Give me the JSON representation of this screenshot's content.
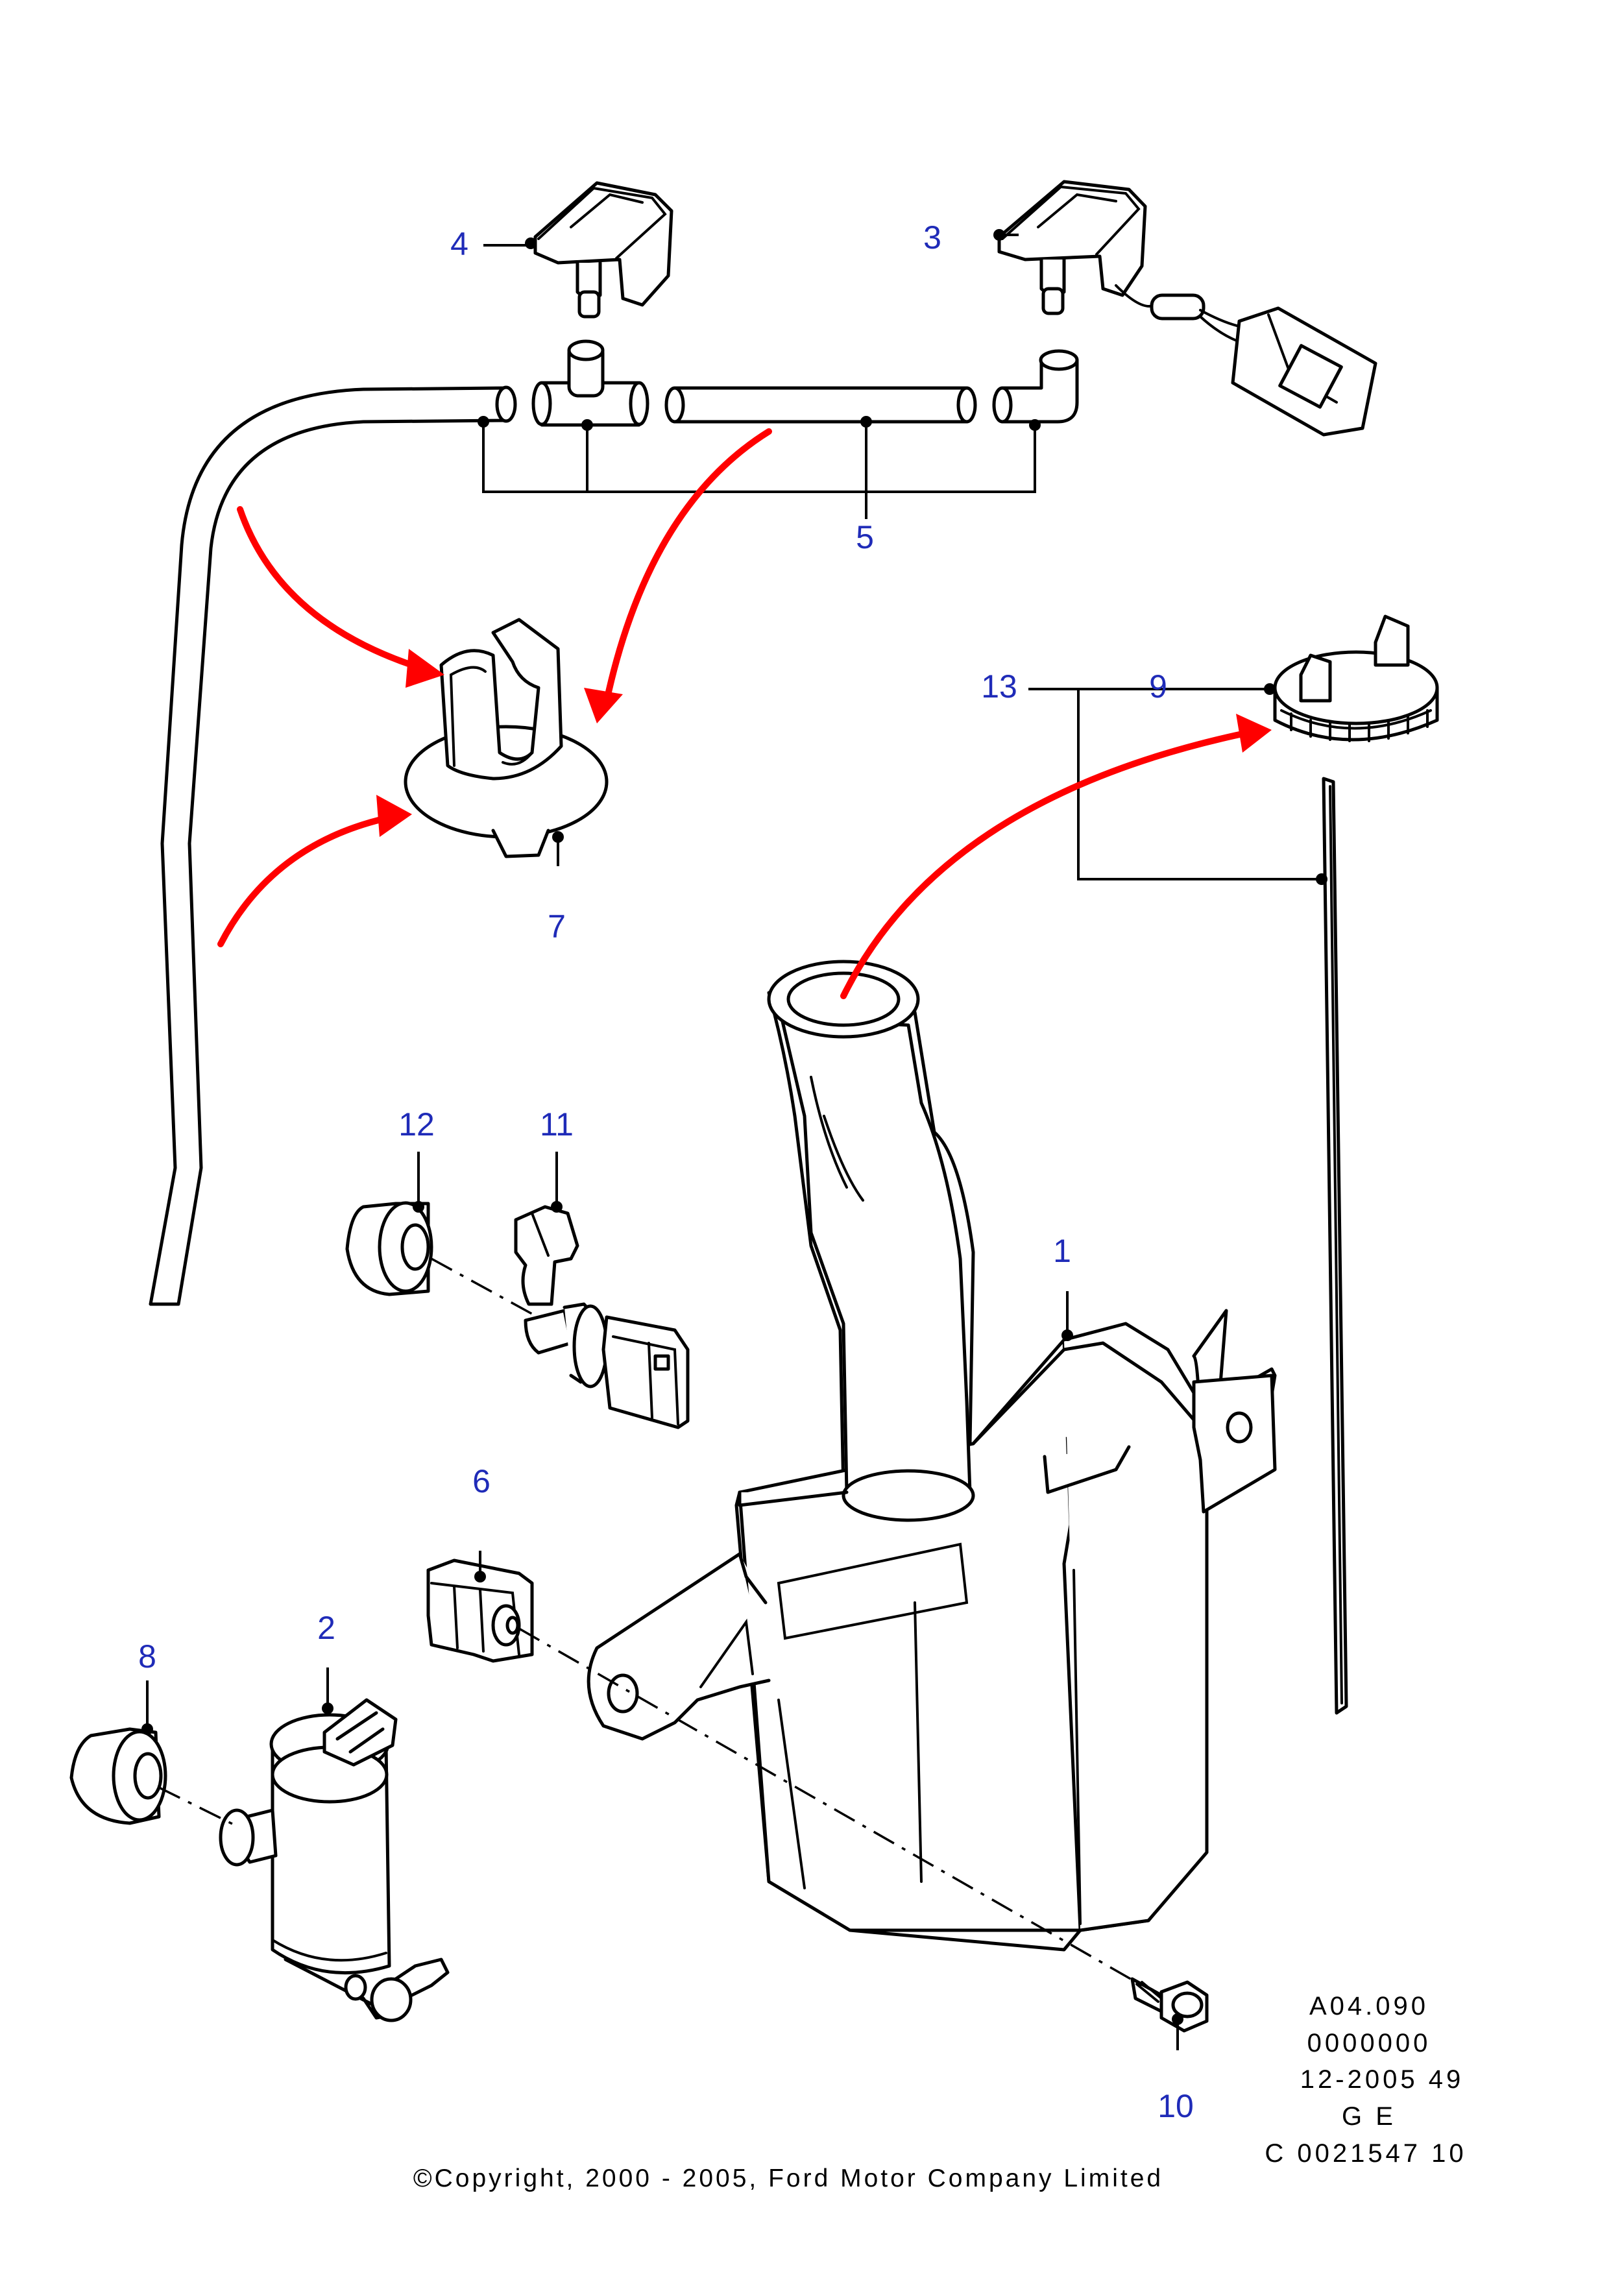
{
  "callouts": {
    "c1": "1",
    "c2": "2",
    "c3": "3",
    "c4": "4",
    "c5": "5",
    "c6": "6",
    "c7": "7",
    "c8": "8",
    "c9": "9",
    "c10": "10",
    "c11": "11",
    "c12": "12",
    "c13": "13"
  },
  "reference": {
    "line1": "A04.090",
    "line2": "0000000",
    "line3": "12-2005 49",
    "line4": "G E",
    "line5": "C 0021547 10"
  },
  "copyright": "©Copyright, 2000 - 2005, Ford Motor Company Limited",
  "colors": {
    "callout": "#1f2bb8",
    "arrow": "#ff0000",
    "line": "#000000"
  }
}
